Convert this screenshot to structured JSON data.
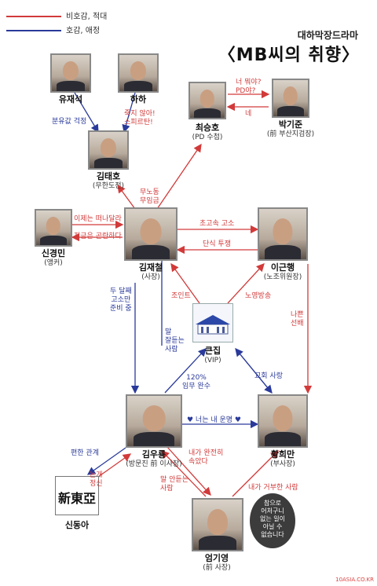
{
  "legend": [
    {
      "label": "비호감, 적대",
      "color": "#d23a3a"
    },
    {
      "label": "호감, 애정",
      "color": "#2a3a9a"
    }
  ],
  "title": {
    "small": "대하막장드라마",
    "big": "〈MB씨의 취향〉"
  },
  "people": {
    "yoo": {
      "name": "유재석",
      "sub": ""
    },
    "haha": {
      "name": "하하",
      "sub": ""
    },
    "choi": {
      "name": "최승호",
      "sub": "(PD 수첩)"
    },
    "park": {
      "name": "박기준",
      "sub": "(前 부산지검장)"
    },
    "kimtaeho": {
      "name": "김태호",
      "sub": "(무한도전)"
    },
    "shin": {
      "name": "신경민",
      "sub": "(앵커)"
    },
    "kimjaechul": {
      "name": "김재철",
      "sub": "(사장)"
    },
    "lee": {
      "name": "이근행",
      "sub": "(노조위원장)"
    },
    "bighouse": {
      "name": "큰집",
      "sub": "(VIP)"
    },
    "kimwooryong": {
      "name": "김우룡",
      "sub": "(방문진 前 이사장)"
    },
    "hwang": {
      "name": "황희만",
      "sub": "(부사장)"
    },
    "shindonga": {
      "name": "신동아",
      "sub": ""
    },
    "um": {
      "name": "엄기영",
      "sub": "(前 사장)"
    }
  },
  "logo_text": "新東亞",
  "relations": {
    "yoo_kim": "분유값 걱정",
    "haha_kim": "죽지 않아!\n스피르탄!",
    "choi_park_top": "너 뭐야?\nPD야?",
    "choi_park_bottom": "네",
    "kim_kimtaeho": "무노동\n무임금",
    "shin_top": "이제는 떠나달라",
    "shin_bottom": "지금은 곤란하다",
    "kim_lee_top": "초고속 고소",
    "kim_lee_bottom": "단식 투쟁",
    "kim_down": "두 달째\n고소만\n준비 중",
    "joint": "조인트",
    "nojo": "노영방송",
    "mal": "말\n잘듣는\n사람",
    "nappeun": "나쁜\n선배",
    "wanSu": "120%\n임무 완수",
    "gyohoe": "교회 사랑",
    "neoneun": "♥ 너는 내 운명 ♥",
    "pyeonhan": "편한 관계",
    "nongae": "논개\n정신",
    "wanjeon": "내가 완전히\n속았다",
    "mal_an": "말 안듣는\n사람",
    "geobu": "내가 거부한 사람"
  },
  "bubble": "참으로\n어처구니\n없는 일이\n아닐 수\n없습니다",
  "watermark": "10ASIA.CO.KR"
}
